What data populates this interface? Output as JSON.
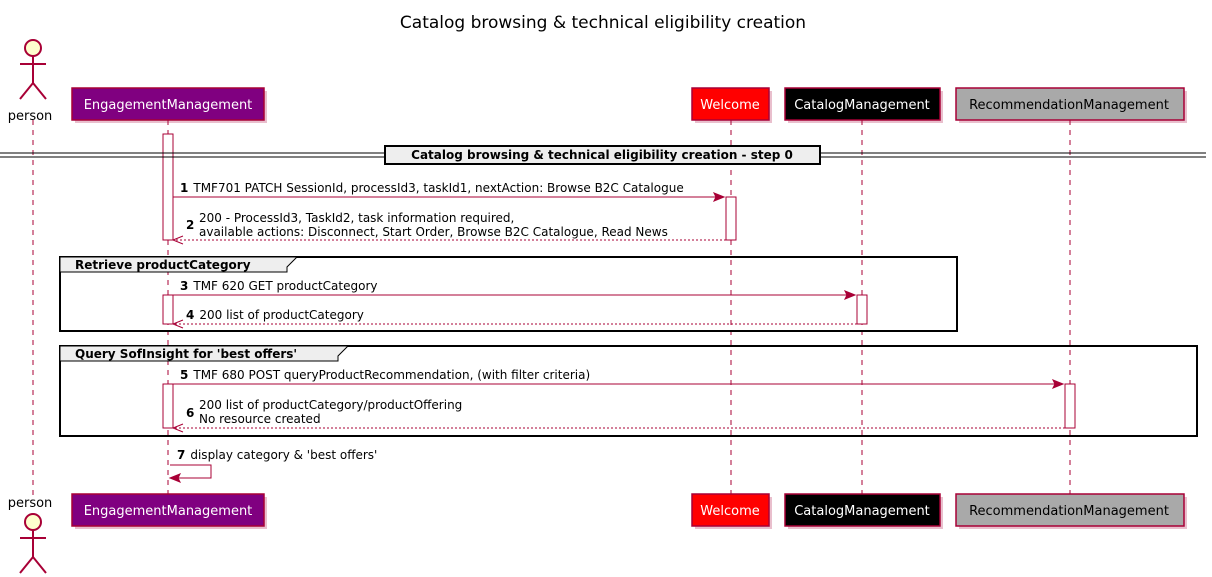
{
  "title": "Catalog browsing & technical eligibility creation",
  "actor": {
    "label": "person"
  },
  "participants": [
    {
      "label": "EngagementManagement",
      "fill": "#800080",
      "text_color": "#ffffff",
      "border": "#A80036"
    },
    {
      "label": "Welcome",
      "fill": "#FF0000",
      "text_color": "#ffffff",
      "border": "#A80036"
    },
    {
      "label": "CatalogManagement",
      "fill": "#000000",
      "text_color": "#ffffff",
      "border": "#A80036"
    },
    {
      "label": "RecommendationManagement",
      "fill": "#A9A9A9",
      "text_color": "#000000",
      "border": "#A80036"
    }
  ],
  "divider": {
    "label": "Catalog browsing & technical eligibility creation - step 0"
  },
  "groups": [
    {
      "label": "Retrieve productCategory"
    },
    {
      "label": "Query SofInsight for 'best offers'"
    }
  ],
  "messages": [
    {
      "num": "1",
      "lines": [
        "TMF701 PATCH SessionId, processId3, taskId1, nextAction: Browse B2C Catalogue"
      ]
    },
    {
      "num": "2",
      "lines": [
        "200 - ProcessId3, TaskId2, task information required,",
        "available actions: Disconnect, Start Order, Browse B2C Catalogue, Read News"
      ]
    },
    {
      "num": "3",
      "lines": [
        "TMF 620 GET productCategory"
      ]
    },
    {
      "num": "4",
      "lines": [
        "200 list of productCategory"
      ]
    },
    {
      "num": "5",
      "lines": [
        "TMF 680 POST queryProductRecommendation, (with filter criteria)"
      ]
    },
    {
      "num": "6",
      "lines": [
        "200 list of productCategory/productOffering",
        "No resource created"
      ]
    },
    {
      "num": "7",
      "lines": [
        "display category & 'best offers'"
      ]
    }
  ],
  "colors": {
    "line": "#A80036",
    "activation_fill": "#ffffff",
    "actor_fill": "#FEFECE"
  }
}
